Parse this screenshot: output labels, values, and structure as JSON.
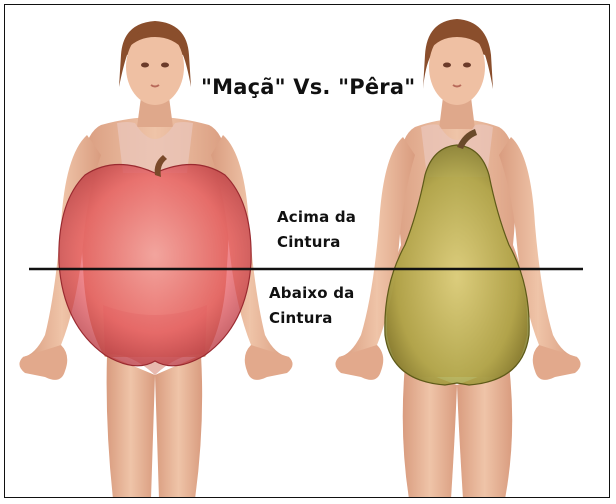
{
  "title": "\"Maçã\" Vs. \"Pêra\"",
  "above_waist": {
    "line1": "Acima da",
    "line2": "Cintura"
  },
  "below_waist": {
    "line1": "Abaixo da",
    "line2": "Cintura"
  },
  "colors": {
    "skin": "#e9b79a",
    "skin_shadow": "#d89a7c",
    "hair": "#8a4e2c",
    "apple": "#e8535a",
    "pear": "#a6a23a",
    "waist_line": "#111111"
  }
}
